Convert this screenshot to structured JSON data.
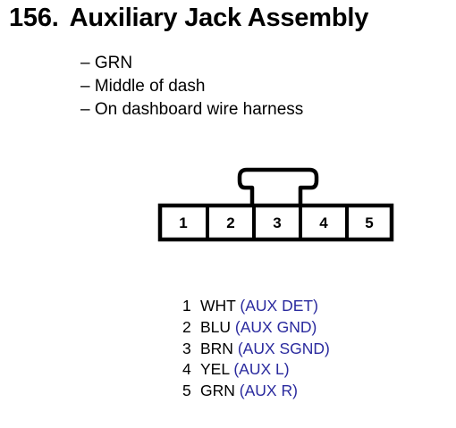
{
  "header": {
    "number": "156.",
    "title": "Auxiliary Jack Assembly"
  },
  "notes": [
    "– GRN",
    "– Middle of dash",
    "– On dashboard wire harness"
  ],
  "connector": {
    "pin_labels": [
      "1",
      "2",
      "3",
      "4",
      "5"
    ]
  },
  "pins": [
    {
      "num": "1",
      "color": "WHT",
      "function": "(AUX DET)"
    },
    {
      "num": "2",
      "color": "BLU",
      "function": "(AUX GND)"
    },
    {
      "num": "3",
      "color": "BRN",
      "function": "(AUX SGND)"
    },
    {
      "num": "4",
      "color": "YEL",
      "function": "(AUX L)"
    },
    {
      "num": "5",
      "color": "GRN",
      "function": "(AUX R)"
    }
  ],
  "colors": {
    "text": "#000000",
    "function_text": "#2a2a9e"
  }
}
